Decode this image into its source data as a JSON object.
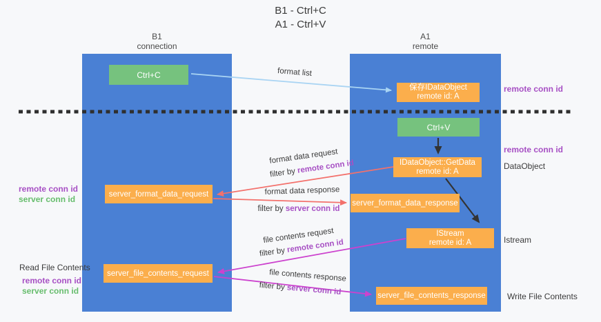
{
  "colors": {
    "lane": "#4a80d4",
    "green_box": "#76c27e",
    "orange_box": "#fbae4c",
    "purple": "#a750c4",
    "green_text": "#67bd6d",
    "red_arrow": "#f3716c",
    "magenta_arrow": "#cc42ce",
    "blue_arrow": "#a9d4f3",
    "black_arrow": "#333333",
    "dash_line": "#2f2f2f"
  },
  "title": {
    "line1": "B1 - Ctrl+C",
    "line2": "A1 - Ctrl+V"
  },
  "lanes": {
    "left": {
      "name": "B1",
      "role": "connection"
    },
    "right": {
      "name": "A1",
      "role": "remote"
    }
  },
  "nodes": {
    "ctrl_c": {
      "label": "Ctrl+C"
    },
    "ctrl_v": {
      "label": "Ctrl+V"
    },
    "save_idataobject": {
      "line1": "保存IDataObject",
      "line2": "remote id: A"
    },
    "getdata": {
      "line1": "IDataObject::GetData",
      "line2": "remote id: A"
    },
    "istream": {
      "line1": "IStream",
      "line2": "remote id: A"
    },
    "format_request": {
      "label": "server_format_data_request"
    },
    "format_response": {
      "label": "server_format_data_response"
    },
    "file_request": {
      "label": "server_file_contents_request"
    },
    "file_response": {
      "label": "server_file_contents_response"
    }
  },
  "arrows": {
    "format_list": {
      "label": "format list"
    },
    "format_data_request": {
      "label": "format data request",
      "filter_prefix": "filter by",
      "filter_id": "remote conn id"
    },
    "format_data_response": {
      "label": "format data response",
      "filter_prefix": "filter by",
      "filter_id": "server conn id"
    },
    "file_contents_request": {
      "label": "file contents request",
      "filter_prefix": "filter by",
      "filter_id": "remote conn id"
    },
    "file_contents_response": {
      "label": "file contents response",
      "filter_prefix": "filter by",
      "filter_id": "server conn id"
    }
  },
  "side_labels": {
    "right_top_conn": "remote conn id",
    "right_mid_conn": "remote conn id",
    "dataobject": "DataObject",
    "istream": "Istream",
    "write_file": "Write File Contents",
    "read_file": "Read File Contents",
    "left_mid": {
      "remote": "remote conn id",
      "server": "server conn id"
    },
    "left_bottom": {
      "remote": "remote conn id",
      "server": "server conn id"
    }
  }
}
